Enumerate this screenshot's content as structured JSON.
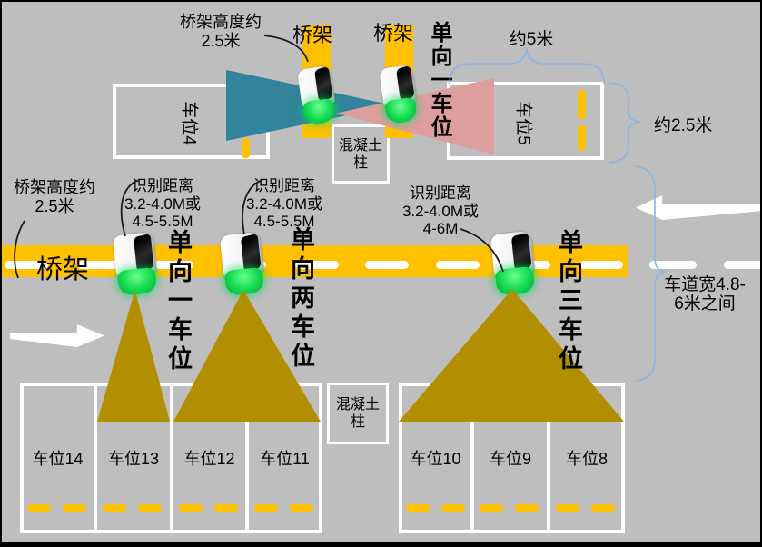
{
  "colors": {
    "background_gray": "#BEBEBE",
    "tray_yellow": "#FFC000",
    "coverage_cone_dark_yellow": "#B28F00",
    "coverage_cone_teal": "#31849B",
    "coverage_cone_pink": "#DD9E9E",
    "brace_blue": "#8EB4E3",
    "camera_indicator_green": "#12D94E",
    "marking_white": "#FFFFFF"
  },
  "top_section": {
    "tray_label_left": "桥架",
    "tray_label_right": "桥架",
    "tray_height_note": {
      "line1": "桥架高度约",
      "line2": "2.5米"
    },
    "direction_label": "单向一车位",
    "spot4_label": "车位4",
    "spot5_label": "车位5",
    "column_label": {
      "line1": "混凝土",
      "line2": "柱"
    },
    "spot_width_note": "约5米",
    "spot_depth_note": "约2.5米"
  },
  "middle_section": {
    "tray_label": "桥架",
    "tray_height_note": {
      "line1": "桥架高度约",
      "line2": "2.5米"
    },
    "cameras": [
      {
        "note_lines": [
          "识别距离",
          "3.2-4.0M或",
          "4.5-5.5M"
        ],
        "direction": "单向一车位"
      },
      {
        "note_lines": [
          "识别距离",
          "3.2-4.0M或",
          "4.5-5.5M"
        ],
        "direction": "单向两车位"
      },
      {
        "note_lines": [
          "识别距离",
          "3.2-4.0M或",
          "4-6M"
        ],
        "direction": "单向三车位"
      }
    ],
    "lane_width_note": {
      "line1": "车道宽4.8-",
      "line2": "6米之间"
    }
  },
  "bottom_section": {
    "column_label": {
      "line1": "混凝土",
      "line2": "柱"
    },
    "spots": [
      "车位14",
      "车位13",
      "车位12",
      "车位11",
      "车位10",
      "车位9",
      "车位8"
    ]
  }
}
